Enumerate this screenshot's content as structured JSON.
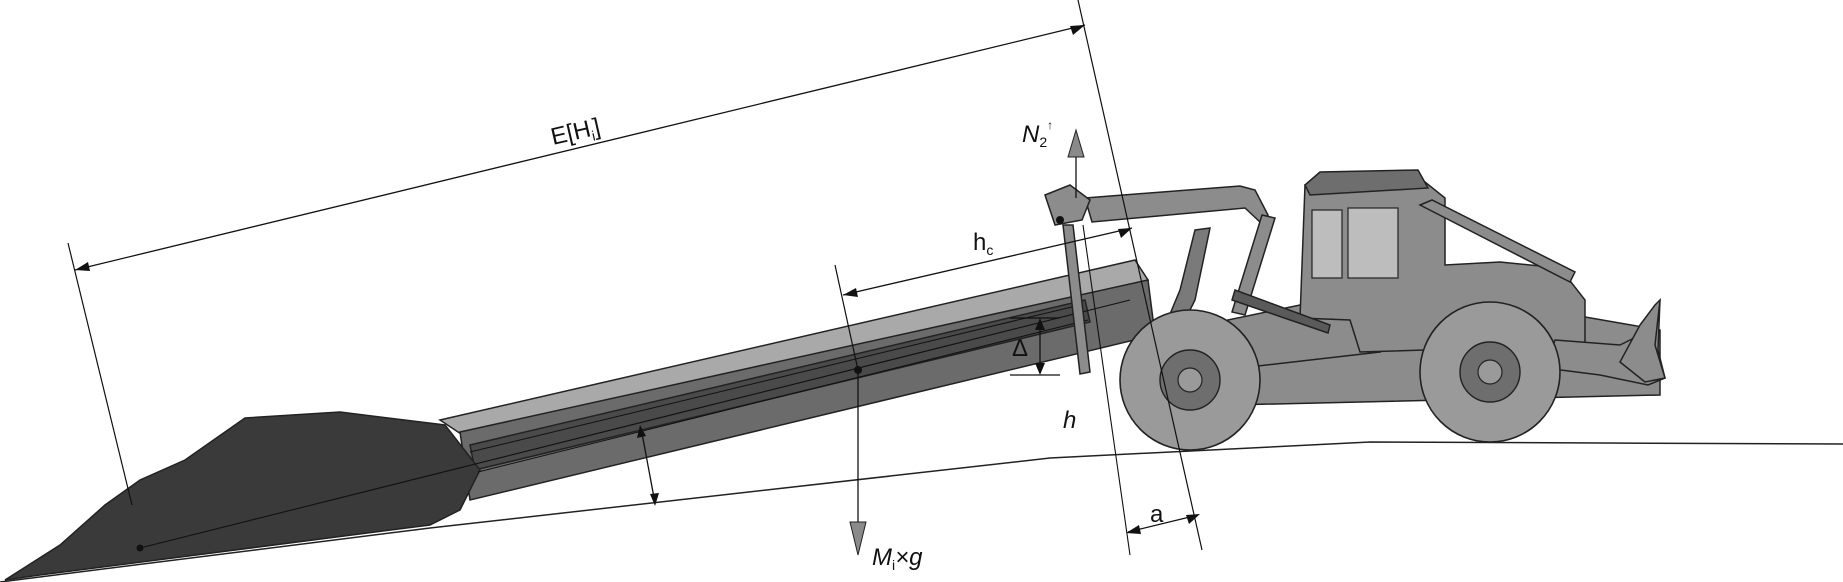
{
  "labels": {
    "length": "E[H",
    "length_sub": "i",
    "length_close": "]",
    "normal": "N",
    "normal_sub": "2",
    "normal_sup": "↑",
    "hc": "h",
    "hc_sub": "c",
    "delta": "Δ",
    "h": "h",
    "weight_m": "M",
    "weight_sub": "i",
    "weight_rest": "×g",
    "a": "a"
  },
  "colors": {
    "log_dark": "#3a3a3a",
    "log_mid": "#6b6b6b",
    "log_light": "#a9a9a9",
    "machine": "#8c8c8c",
    "machine_dark": "#5a5a5a",
    "wheel": "#9a9a9a",
    "hub": "#6e6e6e",
    "window": "#bdbdbd"
  }
}
